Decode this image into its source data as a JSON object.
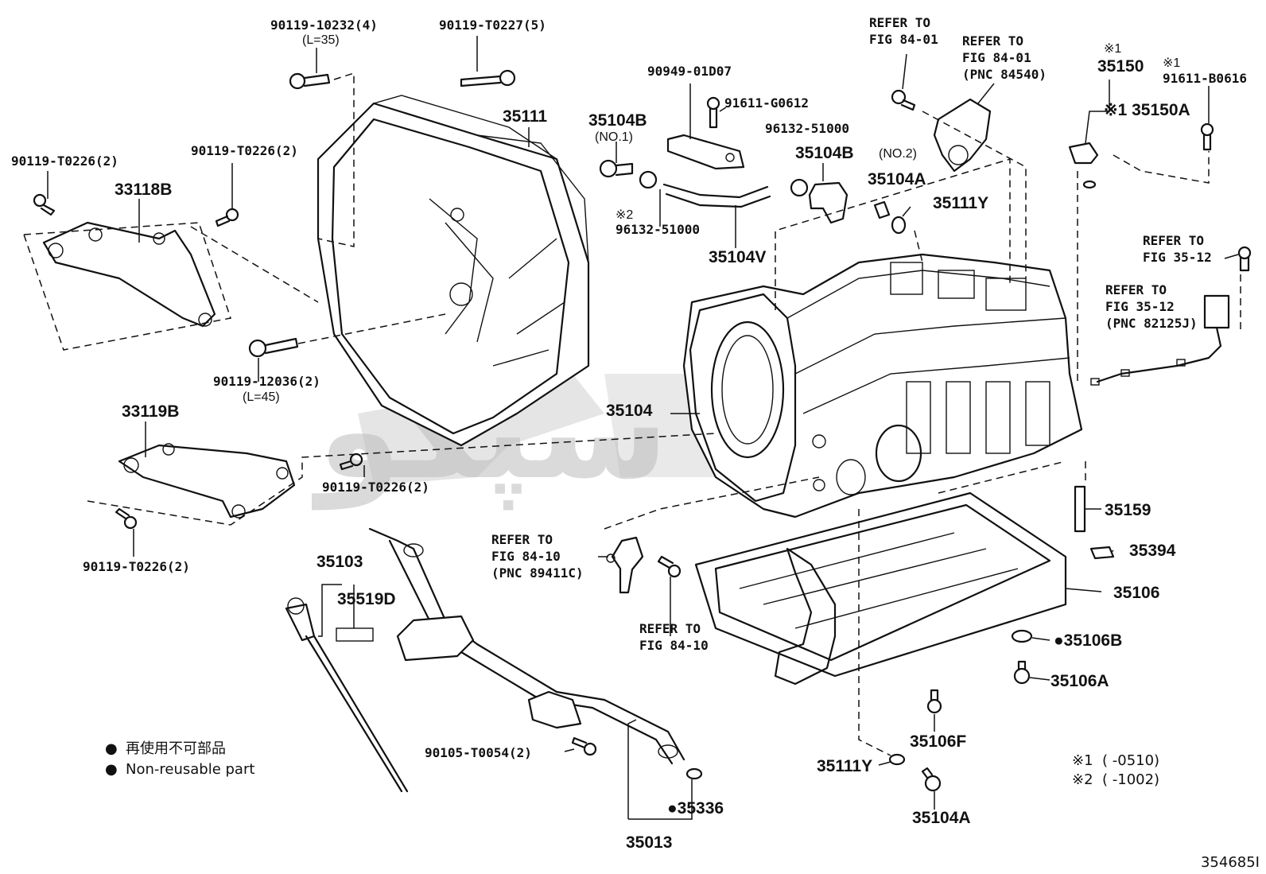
{
  "diagram_id": "354685I",
  "watermark": "سپکو",
  "legend": {
    "symbol": "●",
    "line_jp": "再使用不可部品",
    "line_en": "Non-reusable part"
  },
  "footnotes": [
    {
      "mark": "※1",
      "range": "(      -0510)"
    },
    {
      "mark": "※2",
      "range": "(      -1002)"
    }
  ],
  "labels": {
    "p_90119_10232": "90119-10232(4)",
    "p_90119_10232_len": "(L=35)",
    "p_90119_T0227": "90119-T0227(5)",
    "p_90119_T0226_a": "90119-T0226(2)",
    "p_90119_T0226_b": "90119-T0226(2)",
    "p_33118B": "33118B",
    "p_35111": "35111",
    "p_90119_12036": "90119-12036(2)",
    "p_90119_12036_len": "(L=45)",
    "p_33119B": "33119B",
    "p_90119_T0226_c": "90119-T0226(2)",
    "p_90119_T0226_d": "90119-T0226(2)",
    "p_35103": "35103",
    "p_35519D": "35519D",
    "p_90105_T0054": "90105-T0054(2)",
    "p_35336": "●35336",
    "p_35013": "35013",
    "p_90949_01D07": "90949-01D07",
    "p_91611_G0612": "91611-G0612",
    "p_35104B_1": "35104B",
    "p_35104B_1_note": "(NO.1)",
    "p_96132_51000_a": "96132-51000",
    "p_96132_51000_b_mark": "※2",
    "p_96132_51000_b": "96132-51000",
    "p_35104V": "35104V",
    "p_35104B_2": "35104B",
    "p_35104B_2_note": "(NO.2)",
    "p_35104A_top": "35104A",
    "p_35111Y_top": "35111Y",
    "p_35104": "35104",
    "p_35150_mark": "※1",
    "p_35150": "35150",
    "p_35150A": "※1 35150A",
    "p_91611_B0616_mark": "※1",
    "p_91611_B0616": "91611-B0616",
    "p_35159": "35159",
    "p_35394": "35394",
    "p_35106": "35106",
    "p_35106B": "●35106B",
    "p_35106A": "35106A",
    "p_35106F": "35106F",
    "p_35111Y_bottom": "35111Y",
    "p_35104A_bottom": "35104A"
  },
  "refs": {
    "r_84_01_a_1": "REFER TO",
    "r_84_01_a_2": "FIG 84-01",
    "r_84_01_b_1": "REFER TO",
    "r_84_01_b_2": "FIG 84-01",
    "r_84_01_b_3": "(PNC 84540)",
    "r_35_12_a_1": "REFER TO",
    "r_35_12_a_2": "FIG 35-12",
    "r_35_12_b_1": "REFER TO",
    "r_35_12_b_2": "FIG 35-12",
    "r_35_12_b_3": "(PNC 82125J)",
    "r_84_10_a_1": "REFER TO",
    "r_84_10_a_2": "FIG 84-10",
    "r_84_10_a_3": "(PNC 89411C)",
    "r_84_10_b_1": "REFER TO",
    "r_84_10_b_2": "FIG 84-10"
  }
}
